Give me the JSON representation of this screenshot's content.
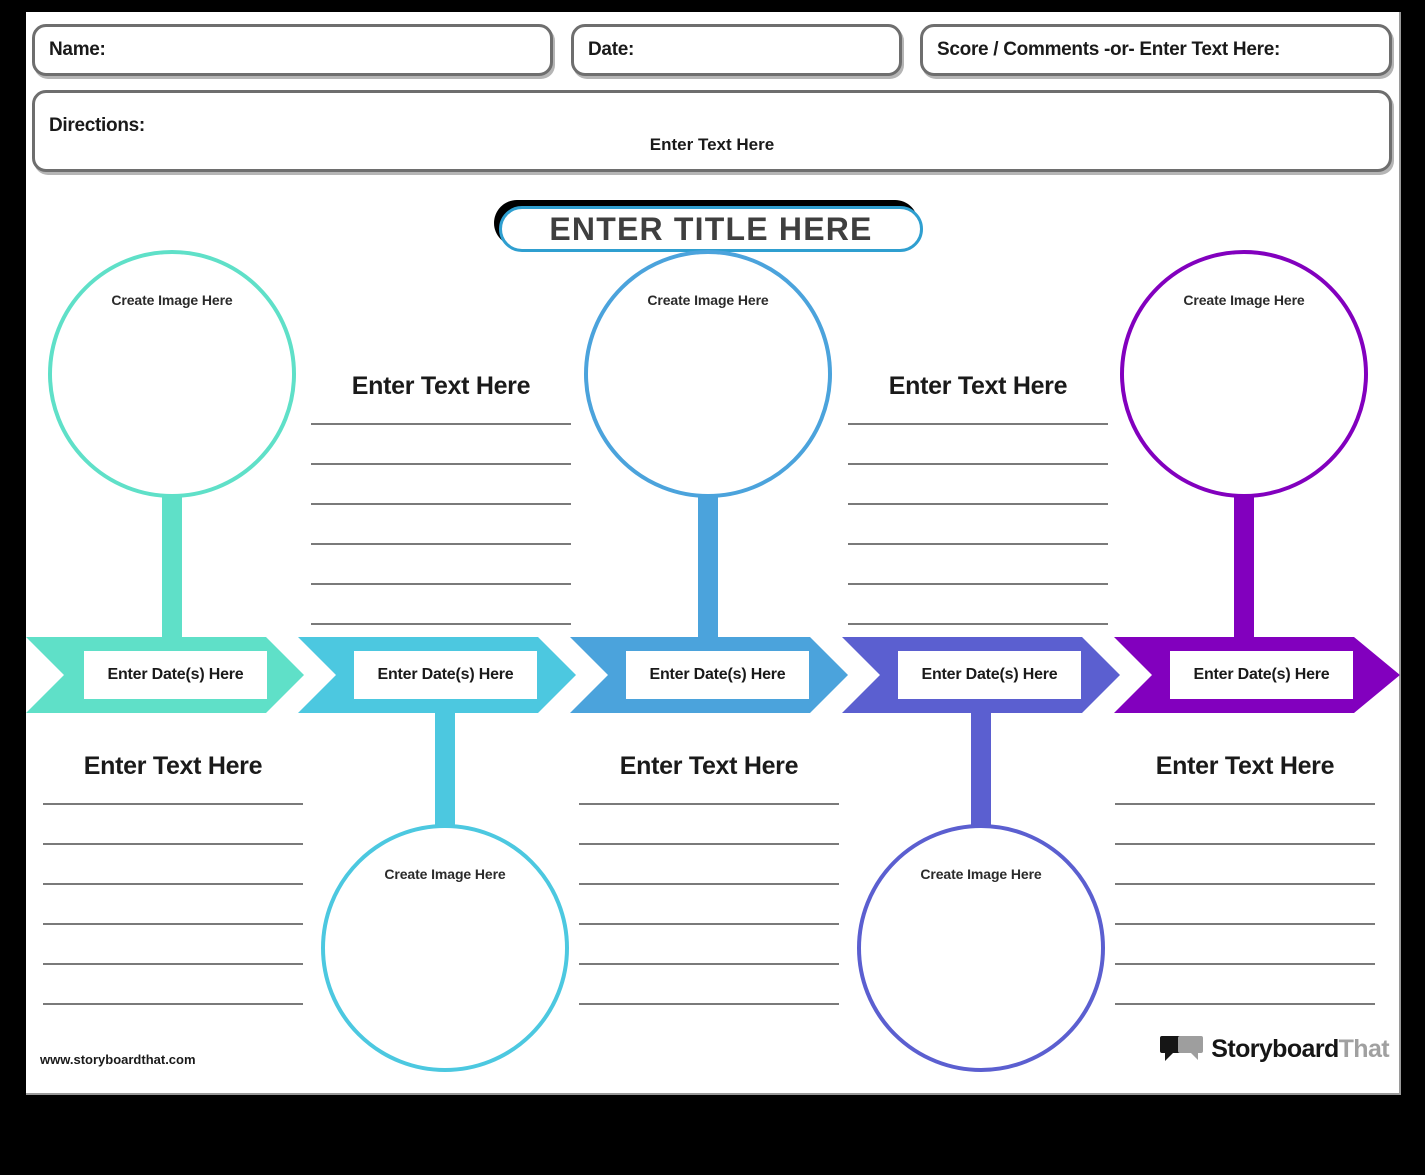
{
  "header": {
    "name_label": "Name:",
    "date_label": "Date:",
    "score_label": "Score / Comments -or- Enter Text Here:",
    "directions_label": "Directions:",
    "directions_placeholder": "Enter Text Here"
  },
  "title": {
    "text": "ENTER TITLE HERE",
    "border_color": "#2f9fd0",
    "shadow_color": "#000000",
    "text_color": "#3f3f3f"
  },
  "labels": {
    "create_image": "Create Image Here",
    "enter_text": "Enter Text Here",
    "enter_dates": "Enter Date(s) Here"
  },
  "timeline": {
    "steps": [
      {
        "index": 1,
        "color": "#5FE0C8",
        "date_label": "Enter Date(s) Here",
        "circle_position": "top",
        "circle_caption": "Create Image Here",
        "text_position": "bottom",
        "text_heading": "Enter Text Here",
        "rule_count": 6
      },
      {
        "index": 2,
        "color": "#4CC8E0",
        "date_label": "Enter Date(s) Here",
        "circle_position": "bottom",
        "circle_caption": "Create Image Here",
        "text_position": "top",
        "text_heading": "Enter Text Here",
        "rule_count": 6
      },
      {
        "index": 3,
        "color": "#4BA3DC",
        "date_label": "Enter Date(s) Here",
        "circle_position": "top",
        "circle_caption": "Create Image Here",
        "text_position": "bottom",
        "text_heading": "Enter Text Here",
        "rule_count": 6
      },
      {
        "index": 4,
        "color": "#5B5FD0",
        "date_label": "Enter Date(s) Here",
        "circle_position": "bottom",
        "circle_caption": "Create Image Here",
        "text_position": "top",
        "text_heading": "Enter Text Here",
        "rule_count": 6
      },
      {
        "index": 5,
        "color": "#8200BE",
        "date_label": "Enter Date(s) Here",
        "circle_position": "top",
        "circle_caption": "Create Image Here",
        "text_position": "bottom",
        "text_heading": "Enter Text Here",
        "rule_count": 6
      }
    ]
  },
  "footer": {
    "site_url": "www.storyboardthat.com",
    "logo_primary": "Storyboard",
    "logo_secondary": "That"
  }
}
